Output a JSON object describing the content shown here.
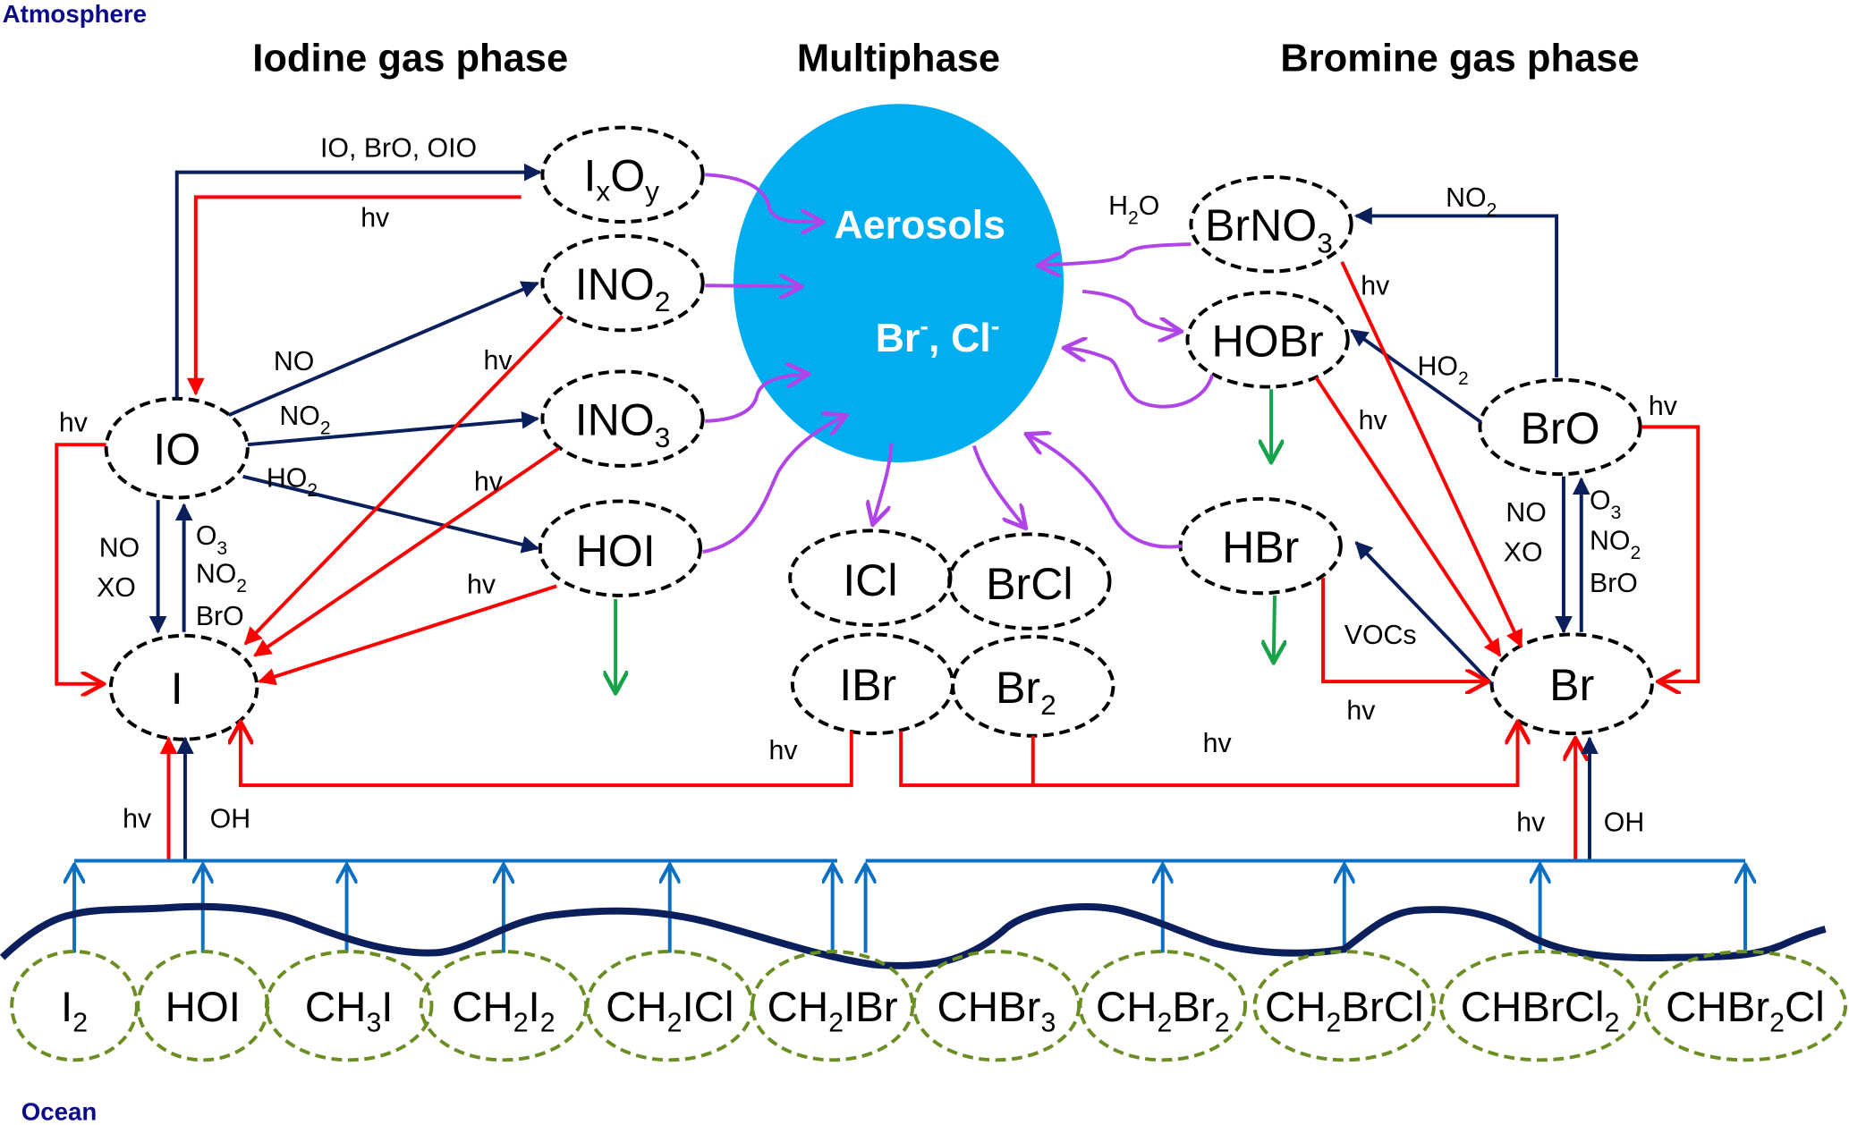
{
  "regions": {
    "atmosphere": "Atmosphere",
    "ocean": "Ocean"
  },
  "headings": {
    "iodine": "Iodine gas phase",
    "multiphase": "Multiphase",
    "bromine": "Bromine gas phase"
  },
  "aerosol": {
    "title": "Aerosols",
    "ions_br": "Br",
    "ions_sep": ", Cl",
    "ion_charge": "-",
    "color": "#00aeef"
  },
  "species": {
    "IxOy": {
      "base1": "I",
      "sub1": "x",
      "base2": "O",
      "sub2": "y"
    },
    "INO2": {
      "base": "INO",
      "sub": "2"
    },
    "INO3": {
      "base": "INO",
      "sub": "3"
    },
    "HOI": "HOI",
    "IO": "IO",
    "I": "I",
    "ICl": "ICl",
    "BrCl": "BrCl",
    "IBr": "IBr",
    "Br2": {
      "base": "Br",
      "sub": "2"
    },
    "BrNO3": {
      "base": "BrNO",
      "sub": "3"
    },
    "HOBr": "HOBr",
    "HBr": "HBr",
    "BrO": "BrO",
    "Br": "Br"
  },
  "labels": {
    "io_self": "IO, BrO, OIO",
    "hv": "hv",
    "no": "NO",
    "no2_base": "NO",
    "no2_sub": "2",
    "ho2_base": "HO",
    "ho2_sub": "2",
    "h2o_base": "H",
    "h2o_sub": "2",
    "h2o_tail": "O",
    "xo": "XO",
    "o3_base": "O",
    "o3_sub": "3",
    "bro": "BrO",
    "vocs": "VOCs",
    "oh": "OH"
  },
  "ocean_species": [
    {
      "base": "I",
      "sub": "2",
      "tail": ""
    },
    {
      "base": "HOI",
      "sub": "",
      "tail": ""
    },
    {
      "base": "CH",
      "sub": "3",
      "tail": "I"
    },
    {
      "base": "CH",
      "sub": "2",
      "tail": "I",
      "sub2": "2"
    },
    {
      "base": "CH",
      "sub": "2",
      "tail": "ICl"
    },
    {
      "base": "CH",
      "sub": "2",
      "tail": "IBr"
    },
    {
      "base": "CHBr",
      "sub": "3",
      "tail": ""
    },
    {
      "base": "CH",
      "sub": "2",
      "tail": "Br",
      "sub2": "2"
    },
    {
      "base": "CH",
      "sub": "2",
      "tail": "BrCl"
    },
    {
      "base": "CHBrCl",
      "sub": "2",
      "tail": ""
    },
    {
      "base": "CHBr",
      "sub": "2",
      "tail": "Cl"
    }
  ],
  "colors": {
    "oxidation": "#0b1f5c",
    "photolysis": "#ff0000",
    "heterogeneous": "#b044e8",
    "deposition": "#16a34a",
    "emission": "#0b70c4",
    "ocean_outline": "#6b8e23"
  }
}
